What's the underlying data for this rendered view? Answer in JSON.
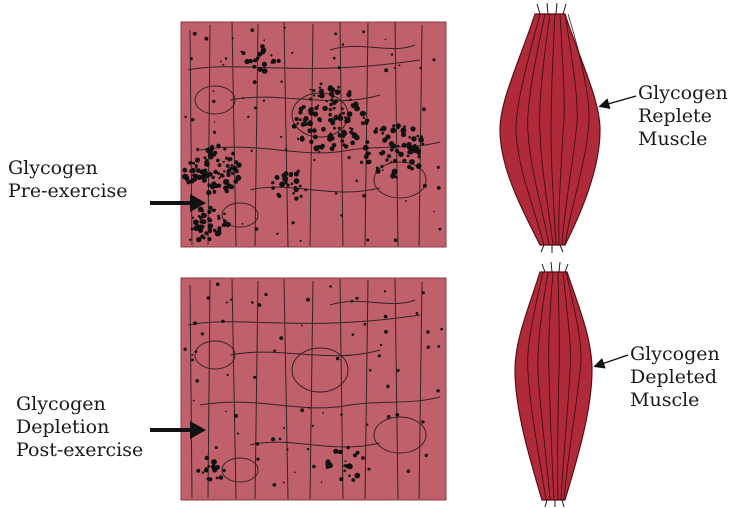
{
  "labels": {
    "pre": [
      "Glycogen",
      "Pre-exercise"
    ],
    "post": [
      "Glycogen",
      "Depletion",
      "Post-exercise"
    ],
    "replete": [
      "Glycogen",
      "Replete",
      "Muscle"
    ],
    "depleted": [
      "Glycogen",
      "Depleted",
      "Muscle"
    ]
  },
  "colors": {
    "tissue_fill": "#c0606a",
    "muscle_fill": "#b02a3a",
    "ink": "#111111"
  },
  "icons": [
    "arrow-right-icon",
    "arrow-left-icon"
  ]
}
